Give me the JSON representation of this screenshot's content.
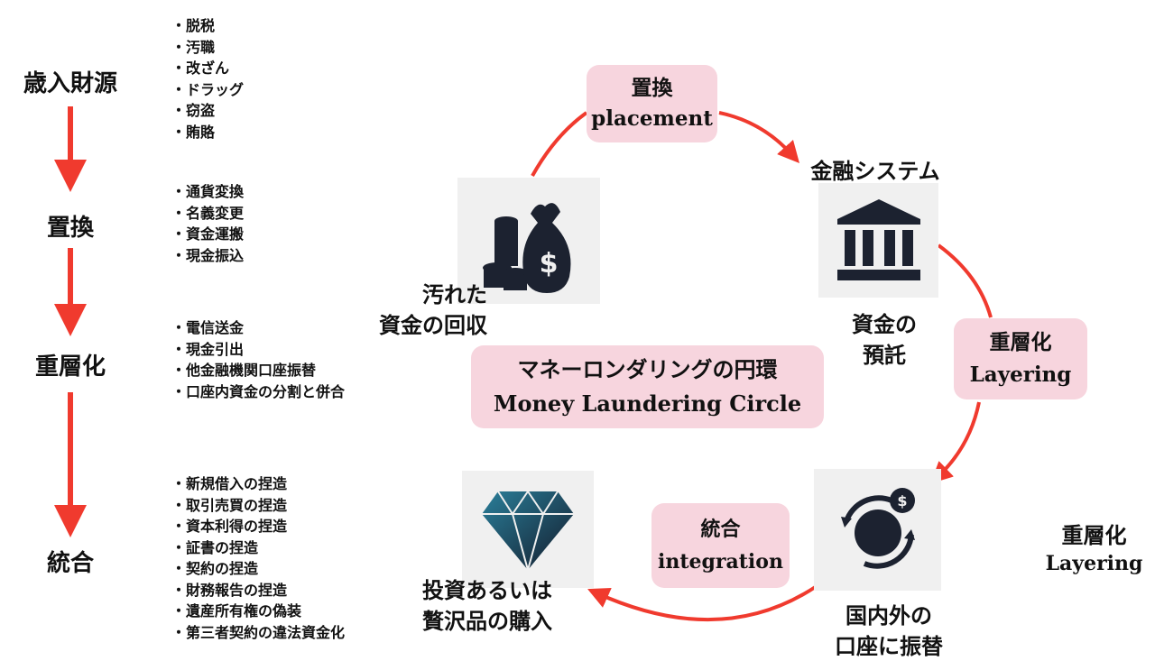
{
  "stages": [
    "歳入財源",
    "置換",
    "重層化",
    "統合"
  ],
  "lists": [
    [
      "脱税",
      "汚職",
      "改ざん",
      "ドラッグ",
      "窃盗",
      "賄賂"
    ],
    [
      "通貨変換",
      "名義変更",
      "資金運搬",
      "現金振込"
    ],
    [
      "電信送金",
      "現金引出",
      "他金融機関口座振替",
      "口座内資金の分割と併合"
    ],
    [
      "新規借入の捏造",
      "取引売買の捏造",
      "資本利得の捏造",
      "証書の捏造",
      "契約の捏造",
      "財務報告の捏造",
      "遺産所有権の偽装",
      "第三者契約の違法資金化"
    ]
  ],
  "cycle": {
    "placement": {
      "ja": "置換",
      "en": "placement"
    },
    "layering": {
      "ja": "重層化",
      "en": "Layering"
    },
    "integration": {
      "ja": "統合",
      "en": "integration"
    },
    "center": {
      "ja": "マネーロンダリングの円環",
      "en": "Money Laundering Circle"
    },
    "financial_system": "金融システム",
    "deposit": [
      "資金の",
      "預託"
    ],
    "collect": [
      "汚れた",
      "資金の回収"
    ],
    "transfer": [
      "国内外の",
      "口座に振替"
    ],
    "purchase": [
      "投資あるいは",
      "贅沢品の購入"
    ],
    "side_layering": {
      "ja": "重層化",
      "en": "Layering"
    }
  },
  "colors": {
    "arrow": "#f03a2e",
    "pink": "#f7d5de",
    "icon": "#1c2230"
  }
}
